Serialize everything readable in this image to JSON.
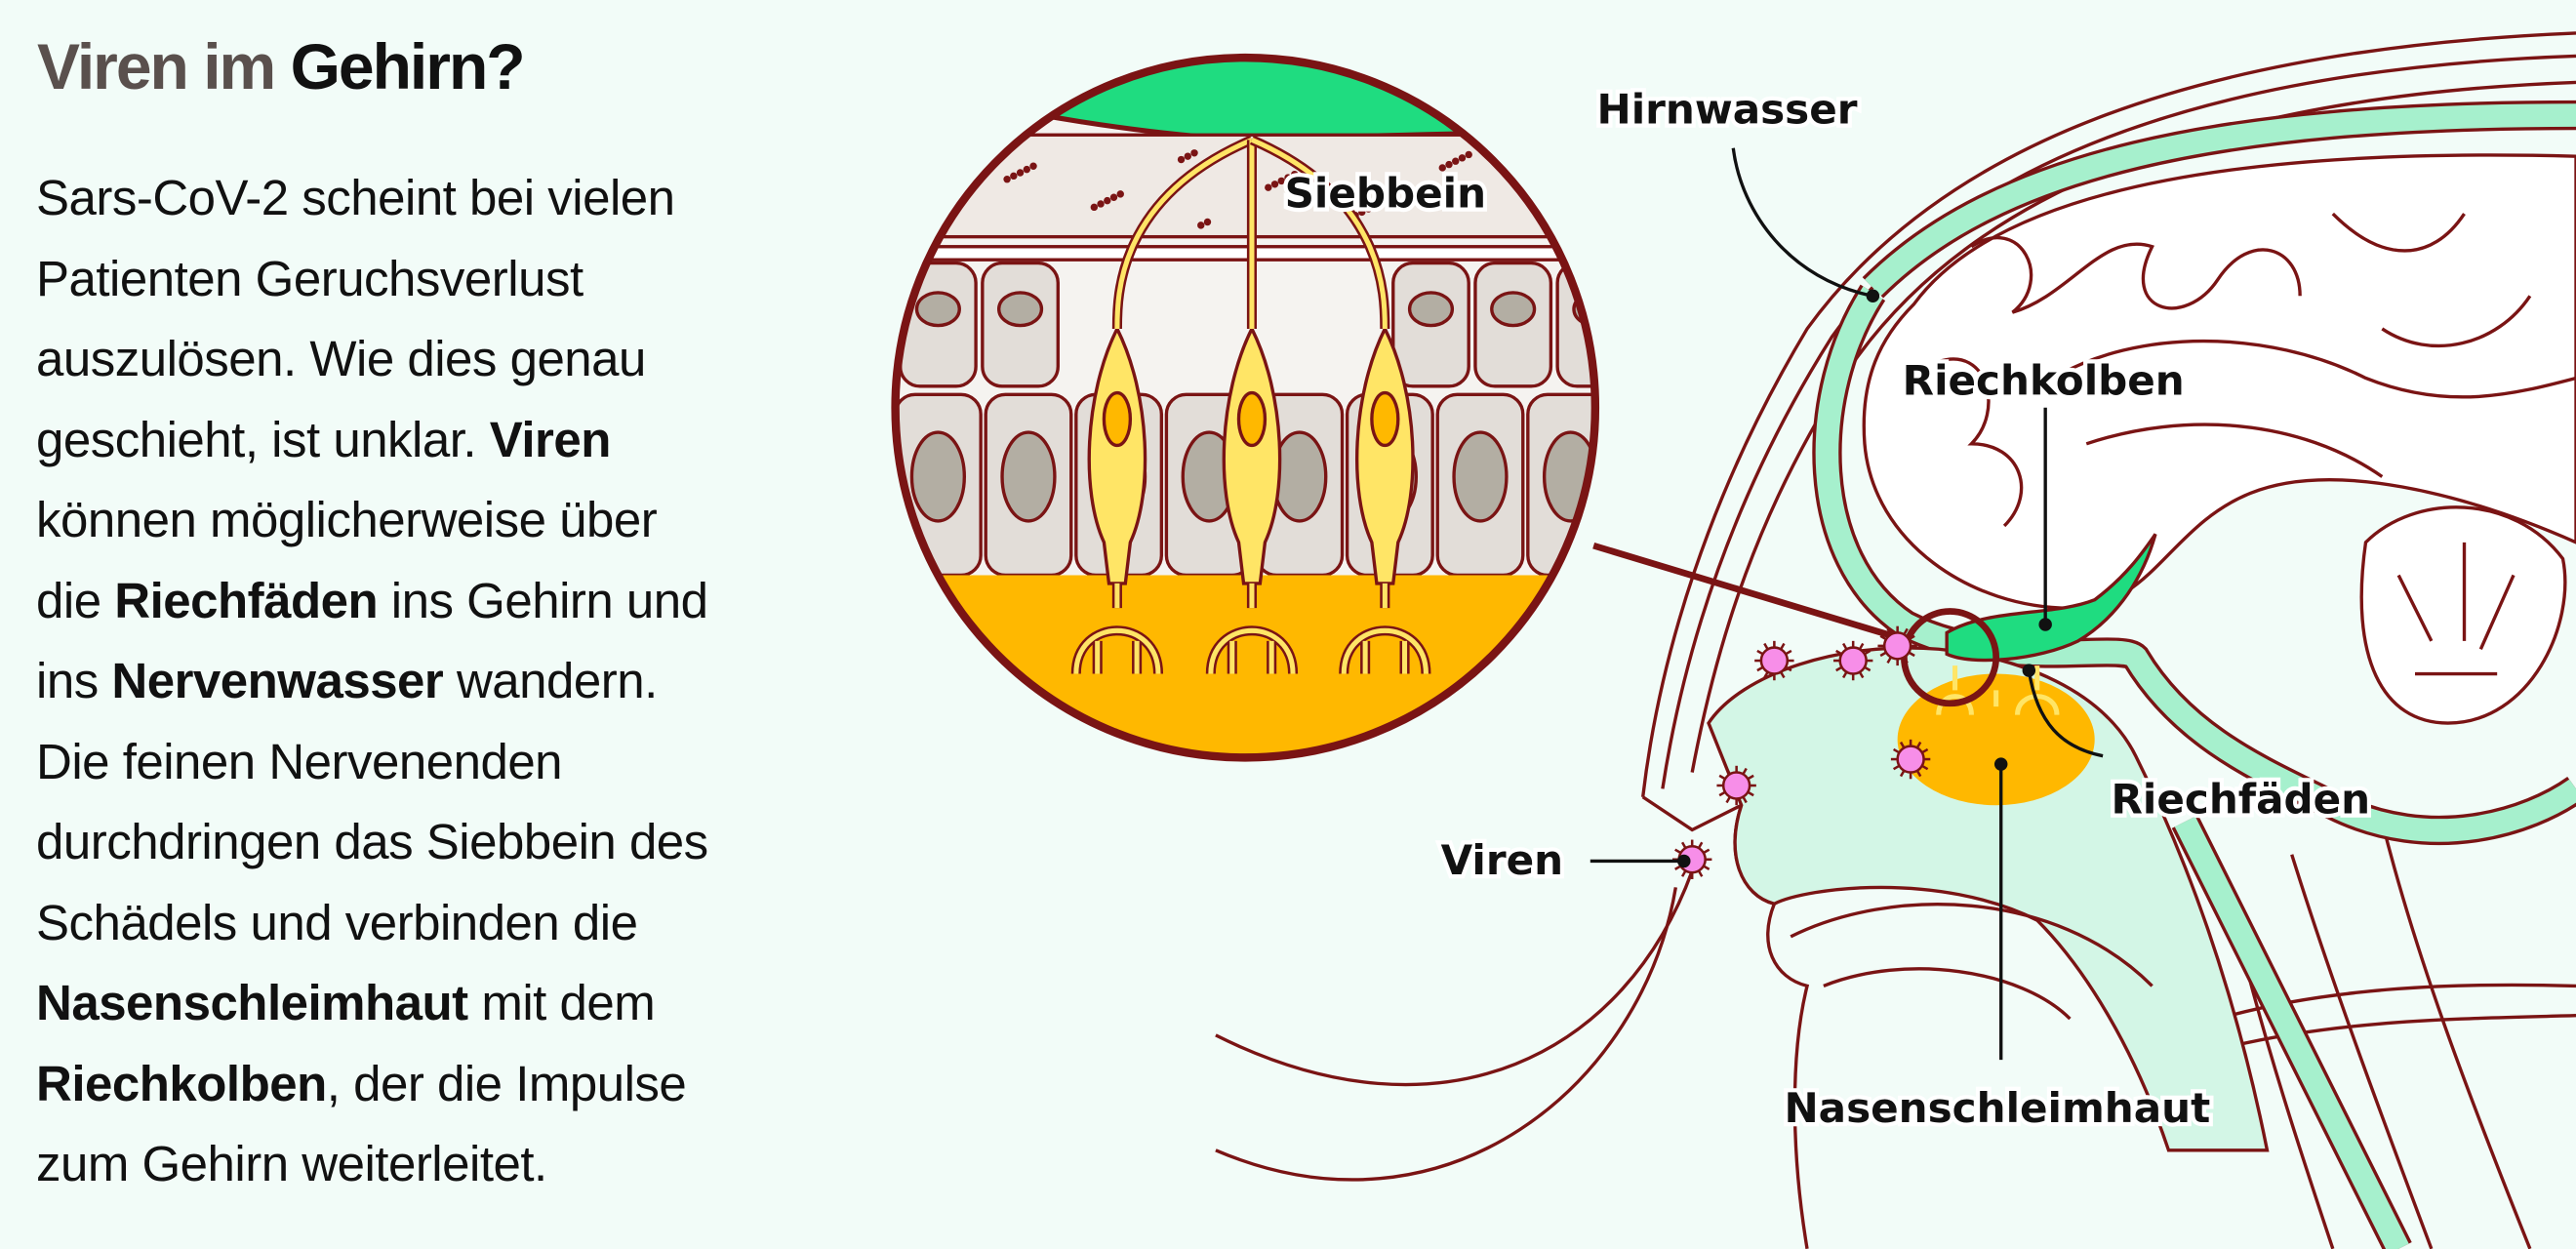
{
  "title": {
    "part1": "Viren im",
    "part2": "Gehirn?"
  },
  "paragraph": [
    [
      {
        "t": "Sars-CoV-2 scheint bei vielen",
        "b": false
      }
    ],
    [
      {
        "t": "Patienten Geruchsverlust",
        "b": false
      }
    ],
    [
      {
        "t": "auszulösen. Wie dies genau",
        "b": false
      }
    ],
    [
      {
        "t": "geschieht, ist unklar. ",
        "b": false
      },
      {
        "t": "Viren",
        "b": true
      }
    ],
    [
      {
        "t": "können möglicherweise über",
        "b": false
      }
    ],
    [
      {
        "t": "die ",
        "b": false
      },
      {
        "t": "Riechfäden",
        "b": true
      },
      {
        "t": " ins Gehirn und",
        "b": false
      }
    ],
    [
      {
        "t": "ins ",
        "b": false
      },
      {
        "t": "Nervenwasser",
        "b": true
      },
      {
        "t": " wandern.",
        "b": false
      }
    ],
    [
      {
        "t": "Die feinen Nervenenden",
        "b": false
      }
    ],
    [
      {
        "t": "durchdringen das Siebbein des",
        "b": false
      }
    ],
    [
      {
        "t": "Schädels und verbinden die",
        "b": false
      }
    ],
    [
      {
        "t": "Nasenschleimhaut",
        "b": true
      },
      {
        "t": " mit dem",
        "b": false
      }
    ],
    [
      {
        "t": "Riechkolben",
        "b": true
      },
      {
        "t": ", der die Impulse",
        "b": false
      }
    ],
    [
      {
        "t": "zum Gehirn weiterleitet.",
        "b": false
      }
    ]
  ],
  "labels": {
    "hirnwasser": "Hirnwasser",
    "siebbein": "Siebbein",
    "riechkolben": "Riechkolben",
    "riechfaeden": "Riechfäden",
    "viren": "Viren",
    "nasenschleimhaut": "Nasenschleimhaut"
  },
  "colors": {
    "background": "#f2fcf8",
    "outline": "#7a1414",
    "csf": "#a6f0cd",
    "bulb": "#1fdc80",
    "mucosa": "#ffb800",
    "neuron": "#ffe566",
    "virus": "#f78ee8",
    "nasal_cavity": "#d3f6e6"
  }
}
